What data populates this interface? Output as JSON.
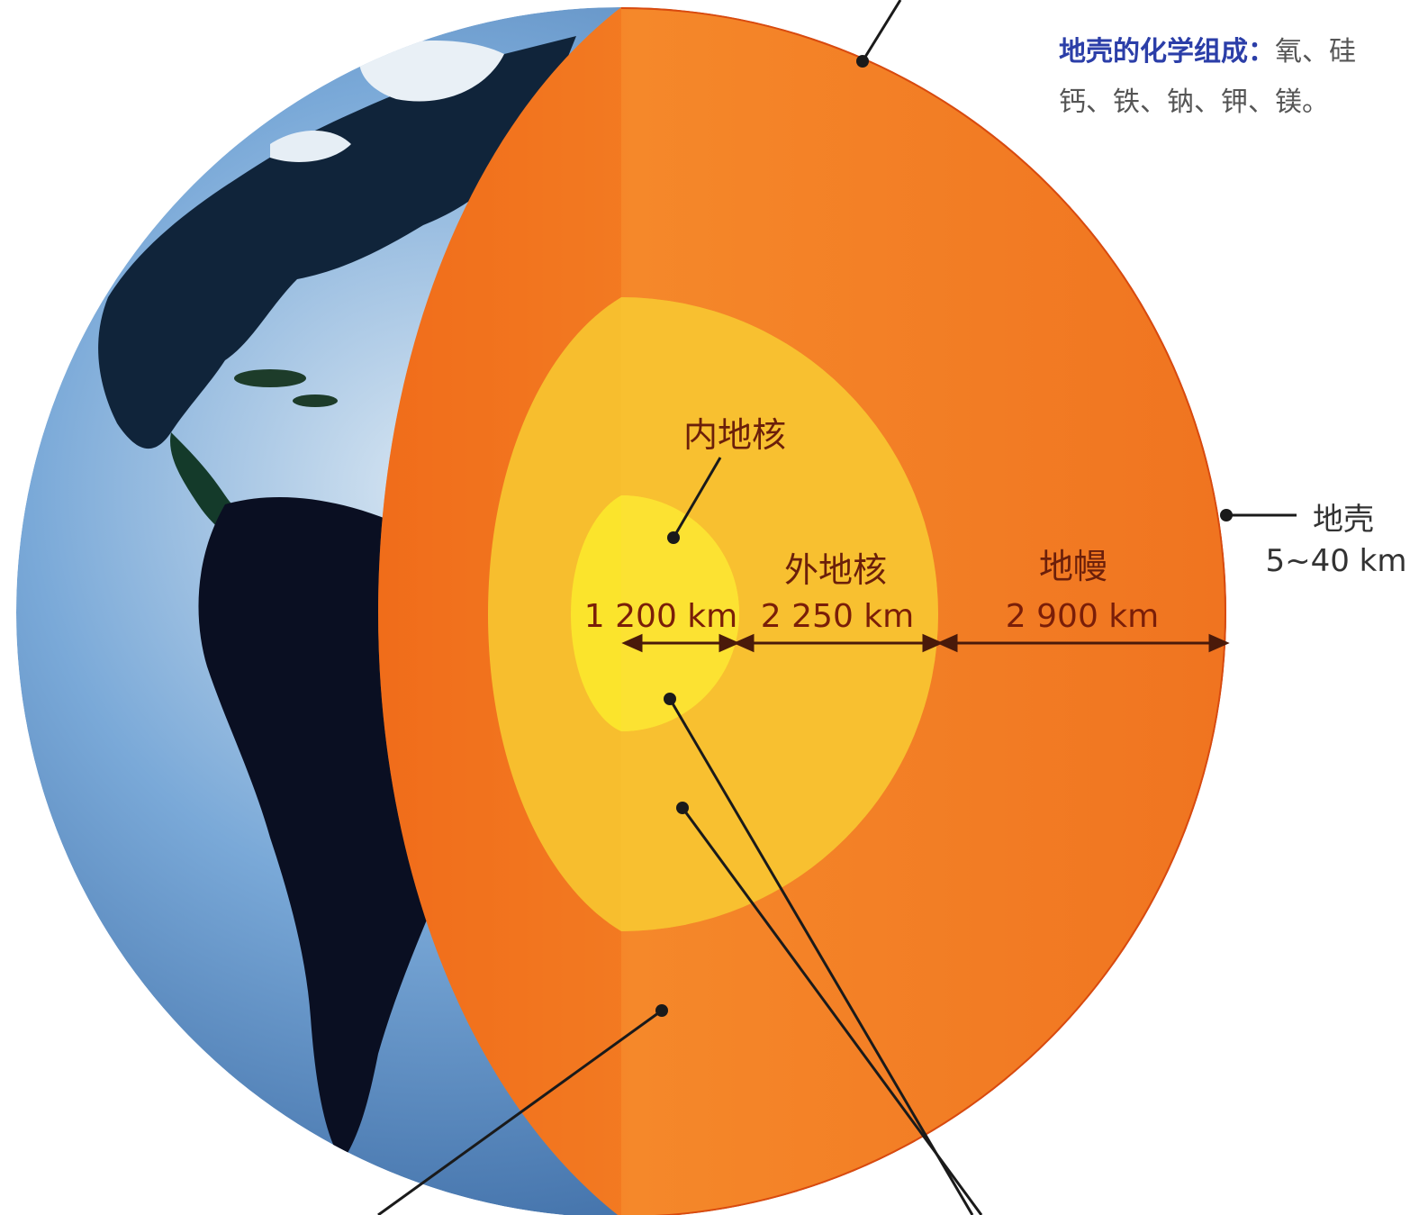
{
  "note": {
    "title": "地壳的化学组成：",
    "line1_rest": "氧、硅",
    "line2": "钙、铁、钠、钾、镁。"
  },
  "labels": {
    "inner_core": "内地核",
    "outer_core": "外地核",
    "mantle": "地幔",
    "crust": "地壳",
    "inner_core_km": "1 200 km",
    "outer_core_km": "2 250 km",
    "mantle_km": "2 900 km",
    "crust_km": "5~40 km"
  },
  "colors": {
    "ocean": "#4f86c4",
    "land": "#0c1224",
    "mantle": "#f07a1e",
    "mantle_face": "#f5932a",
    "outer_core": "#f8c52c",
    "inner_core": "#fbe32a",
    "line": "#1a1a1a",
    "label_dark": "#6b1f0a",
    "note_title": "#2b3ea8"
  }
}
